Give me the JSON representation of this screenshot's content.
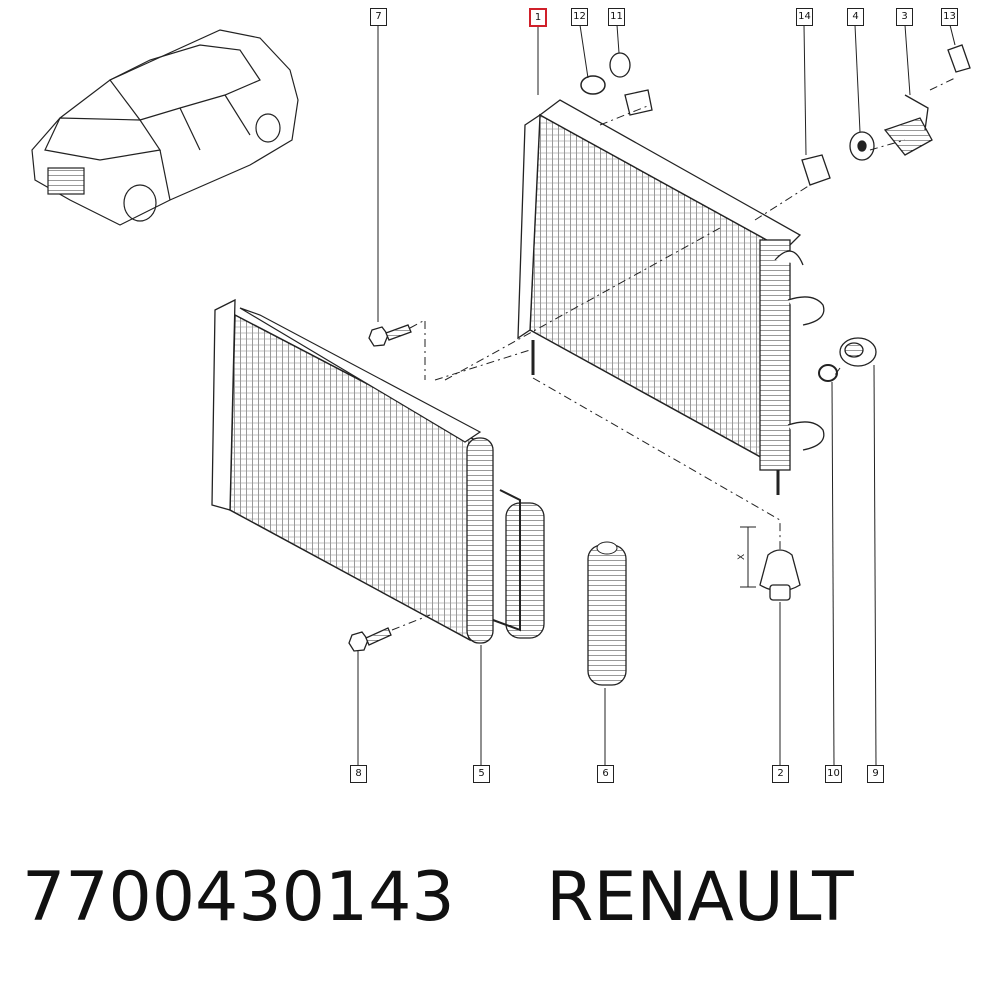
{
  "callouts": {
    "c1": "1",
    "c2": "2",
    "c3": "3",
    "c4": "4",
    "c5": "5",
    "c6": "6",
    "c7": "7",
    "c8": "8",
    "c9": "9",
    "c10": "10",
    "c11": "11",
    "c12": "12",
    "c13": "13",
    "c14": "14"
  },
  "highlighted_callout": "1",
  "dimension_label": "X",
  "caption": {
    "part_number": "7700430143",
    "brand": "RENAULT"
  },
  "colors": {
    "line": "#222222",
    "highlight": "#d0202a"
  }
}
